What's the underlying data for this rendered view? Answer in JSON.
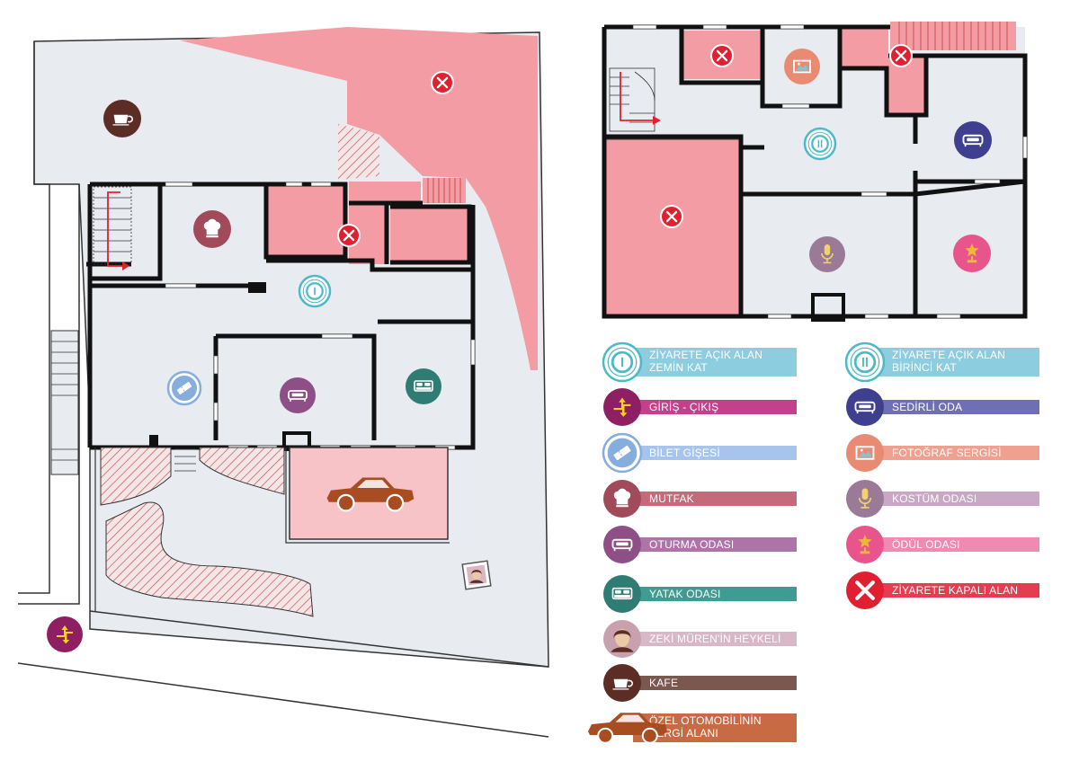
{
  "colors": {
    "visitable": "#E8ECF1",
    "closed": "#F39CA4",
    "wall": "#111111",
    "hatch": "#C9514E",
    "car_area": "#F7C3C7"
  },
  "ground_floor_icons": [
    {
      "name": "cafe-icon",
      "color": "#5B2D25"
    },
    {
      "name": "closed-area-icon",
      "color": "#E02030"
    },
    {
      "name": "kitchen-icon",
      "color": "#A04A5A"
    },
    {
      "name": "ground-floor-visit-icon",
      "color": "#4DB8C8"
    },
    {
      "name": "ticket-icon",
      "color": "#86AEDD"
    },
    {
      "name": "living-room-icon",
      "color": "#8E4E86"
    },
    {
      "name": "bedroom-icon",
      "color": "#2E7C74"
    },
    {
      "name": "classic-car-icon",
      "color": "#A84C22"
    },
    {
      "name": "statue-icon",
      "color": "#B08890"
    },
    {
      "name": "entrance-exit-icon",
      "color": "#8E1F63"
    }
  ],
  "first_floor_icons": [
    {
      "name": "closed-area-icon",
      "color": "#E02030"
    },
    {
      "name": "photo-exhibition-icon",
      "color": "#E98A72"
    },
    {
      "name": "first-floor-visit-icon",
      "color": "#4DB8C8"
    },
    {
      "name": "sofa-room-icon",
      "color": "#3F3F8F"
    },
    {
      "name": "costume-room-icon",
      "color": "#9A7A96"
    },
    {
      "name": "award-room-icon",
      "color": "#E8548C"
    }
  ],
  "legend": [
    {
      "name": "ground-floor-visit",
      "icon": "ground-floor-visit-icon",
      "lines": [
        "ZİYARETE AÇIK ALAN",
        "ZEMİN KAT"
      ],
      "bar": "#8CCEDF",
      "iconColor": "#4DB8C8"
    },
    {
      "name": "entrance-exit",
      "icon": "entrance-exit-icon",
      "lines": [
        "GİRİŞ - ÇIKIŞ"
      ],
      "bar": "#C2408C",
      "iconColor": "#8E1F63"
    },
    {
      "name": "ticket-office",
      "icon": "ticket-icon",
      "lines": [
        "BİLET GİŞESİ"
      ],
      "bar": "#A7C4EC",
      "iconColor": "#86AEDD"
    },
    {
      "name": "kitchen",
      "icon": "kitchen-icon",
      "lines": [
        "MUTFAK"
      ],
      "bar": "#C46A7A",
      "iconColor": "#A04A5A"
    },
    {
      "name": "living-room",
      "icon": "living-room-icon",
      "lines": [
        "OTURMA ODASI"
      ],
      "bar": "#AE73A8",
      "iconColor": "#8E4E86"
    },
    {
      "name": "bedroom",
      "icon": "bedroom-icon",
      "lines": [
        "YATAK ODASI"
      ],
      "bar": "#3F9C92",
      "iconColor": "#2E7C74"
    },
    {
      "name": "statue",
      "icon": "statue-icon",
      "lines": [
        "ZEKİ MÜREN'İN HEYKELİ"
      ],
      "bar": "#D8B7C6",
      "iconColor": "#C8A0AE"
    },
    {
      "name": "cafe",
      "icon": "cafe-icon",
      "lines": [
        "KAFE"
      ],
      "bar": "#7A574F",
      "iconColor": "#5B2D25"
    },
    {
      "name": "car-exhibit",
      "icon": "classic-car-icon",
      "lines": [
        "ÖZEL OTOMOBİLİNİN",
        "SERGİ ALANI"
      ],
      "bar": "#C86A44",
      "iconColor": "#A84C22"
    },
    {
      "name": "first-floor-visit",
      "icon": "first-floor-visit-icon",
      "lines": [
        "ZİYARETE AÇIK ALAN",
        "BİRİNCİ KAT"
      ],
      "bar": "#8CCEDF",
      "iconColor": "#4DB8C8"
    },
    {
      "name": "sofa-room",
      "icon": "sofa-room-icon",
      "lines": [
        "SEDİRLİ ODA"
      ],
      "bar": "#6E6FB5",
      "iconColor": "#3F3F8F"
    },
    {
      "name": "photo-exhibition",
      "icon": "photo-exhibition-icon",
      "lines": [
        "FOTOĞRAF SERGİSİ"
      ],
      "bar": "#EFA08E",
      "iconColor": "#E98A72"
    },
    {
      "name": "costume-room",
      "icon": "costume-room-icon",
      "lines": [
        "KOSTÜM ODASI"
      ],
      "bar": "#C9A8C6",
      "iconColor": "#9A7A96"
    },
    {
      "name": "award-room",
      "icon": "award-room-icon",
      "lines": [
        "ÖDÜL ODASI"
      ],
      "bar": "#F08AB0",
      "iconColor": "#E8548C"
    },
    {
      "name": "closed-area",
      "icon": "closed-area-icon",
      "lines": [
        "ZİYARETE KAPALI ALAN"
      ],
      "bar": "#E53D4F",
      "iconColor": "#E02030"
    }
  ]
}
